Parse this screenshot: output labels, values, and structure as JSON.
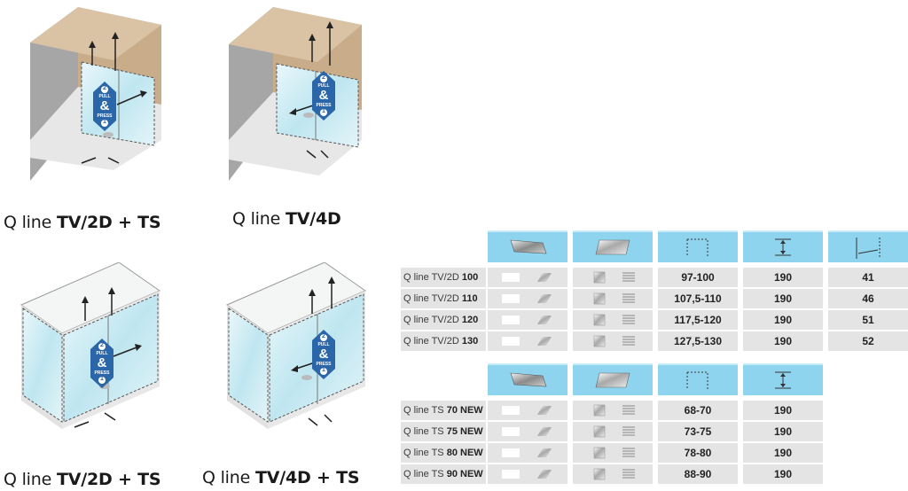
{
  "products": [
    {
      "id": "tv2d-ts-top",
      "caption_prefix": "Q line ",
      "caption_model": "TV/2D + TS"
    },
    {
      "id": "tv4d-top",
      "caption_prefix": "Q line ",
      "caption_model": "TV/4D"
    },
    {
      "id": "tv2d-ts-bottom",
      "caption_prefix": "Q line ",
      "caption_model": "TV/2D + TS"
    },
    {
      "id": "tv4d-ts-bottom",
      "caption_prefix": "Q line ",
      "caption_model": "TV/4D + TS"
    }
  ],
  "badge": {
    "top_number": "2",
    "pull": "PULL",
    "and": "&",
    "press": "PRESS",
    "bottom_number": "1"
  },
  "header_icons": [
    "profile-color-icon",
    "glass-type-icon",
    "width-range-icon",
    "height-icon",
    "entry-width-icon"
  ],
  "colors": {
    "header": "#8ed4ee",
    "row": "#e4e4e4",
    "glass": "#bfe6f0",
    "wall": "#a6a6a6"
  },
  "table_tv": {
    "rows": [
      {
        "prefix": "Q line TV/2D ",
        "size": "100",
        "width": "97-100",
        "height": "190",
        "entry": "41"
      },
      {
        "prefix": "Q line TV/2D ",
        "size": "110",
        "width": "107,5-110",
        "height": "190",
        "entry": "46"
      },
      {
        "prefix": "Q line TV/2D ",
        "size": "120",
        "width": "117,5-120",
        "height": "190",
        "entry": "51"
      },
      {
        "prefix": "Q line TV/2D ",
        "size": "130",
        "width": "127,5-130",
        "height": "190",
        "entry": "52"
      }
    ]
  },
  "table_ts": {
    "rows": [
      {
        "prefix": "Q line TS ",
        "size": "70 NEW",
        "width": "68-70",
        "height": "190"
      },
      {
        "prefix": "Q line TS ",
        "size": "75 NEW",
        "width": "73-75",
        "height": "190"
      },
      {
        "prefix": "Q line TS ",
        "size": "80 NEW",
        "width": "78-80",
        "height": "190"
      },
      {
        "prefix": "Q line TS ",
        "size": "90 NEW",
        "width": "88-90",
        "height": "190"
      }
    ]
  }
}
